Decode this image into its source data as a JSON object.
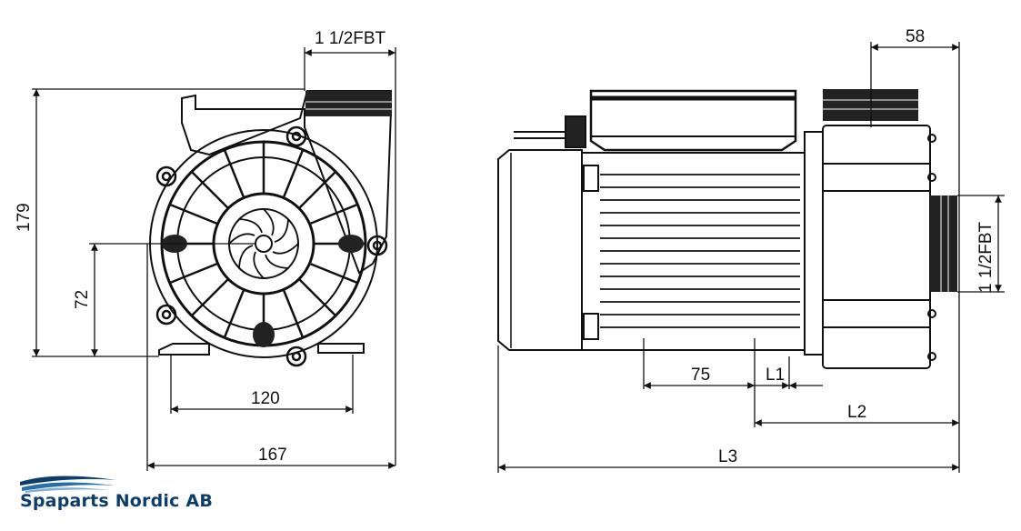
{
  "front_view": {
    "dim_outlet_thread": "1 1/2FBT",
    "dim_height": "179",
    "dim_shaft_height": "72",
    "dim_foot_span": "120",
    "dim_width": "167"
  },
  "side_view": {
    "dim_outlet_offset": "58",
    "dim_inlet_thread": "1 1/2FBT",
    "dim_foot_hole_span": "75",
    "dim_l1": "L1",
    "dim_l2": "L2",
    "dim_l3": "L3"
  },
  "logo": {
    "company": "Spaparts Nordic AB",
    "brand_color": "#0d3e6b"
  }
}
